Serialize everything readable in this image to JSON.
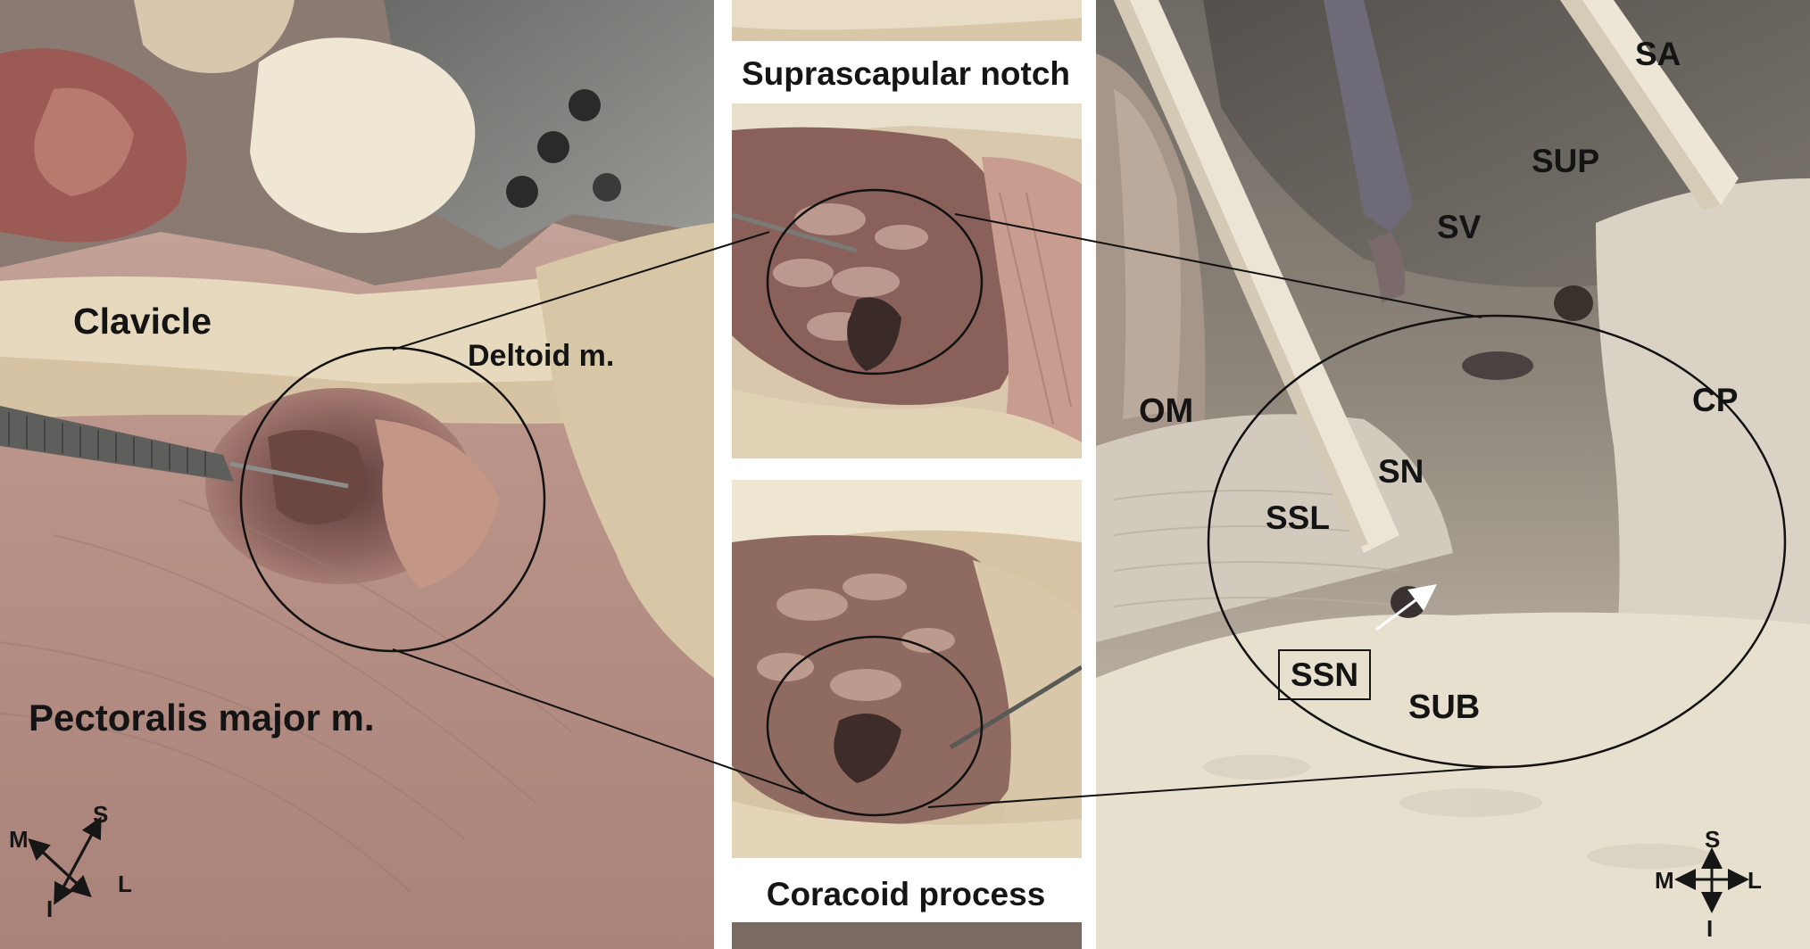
{
  "left_panel": {
    "labels": {
      "clavicle": "Clavicle",
      "deltoid": "Deltoid m.",
      "pectoralis": "Pectoralis major m."
    },
    "compass": {
      "s": "S",
      "m": "M",
      "l": "L",
      "i": "I"
    }
  },
  "middle_panel": {
    "top_caption": "Suprascapular notch",
    "bottom_caption": "Coracoid process"
  },
  "right_panel": {
    "labels": {
      "sa": "SA",
      "sup": "SUP",
      "sv": "SV",
      "cp": "CP",
      "om": "OM",
      "sn": "SN",
      "ssl": "SSL",
      "ssn": "SSN",
      "sub": "SUB"
    },
    "compass": {
      "s": "S",
      "m": "M",
      "l": "L",
      "i": "I"
    }
  },
  "colors": {
    "tissue_pale": "#e3d7c2",
    "muscle_pink": "#c49a8a",
    "muscle_dark": "#7a5348",
    "background_dark": "#5a5550"
  }
}
